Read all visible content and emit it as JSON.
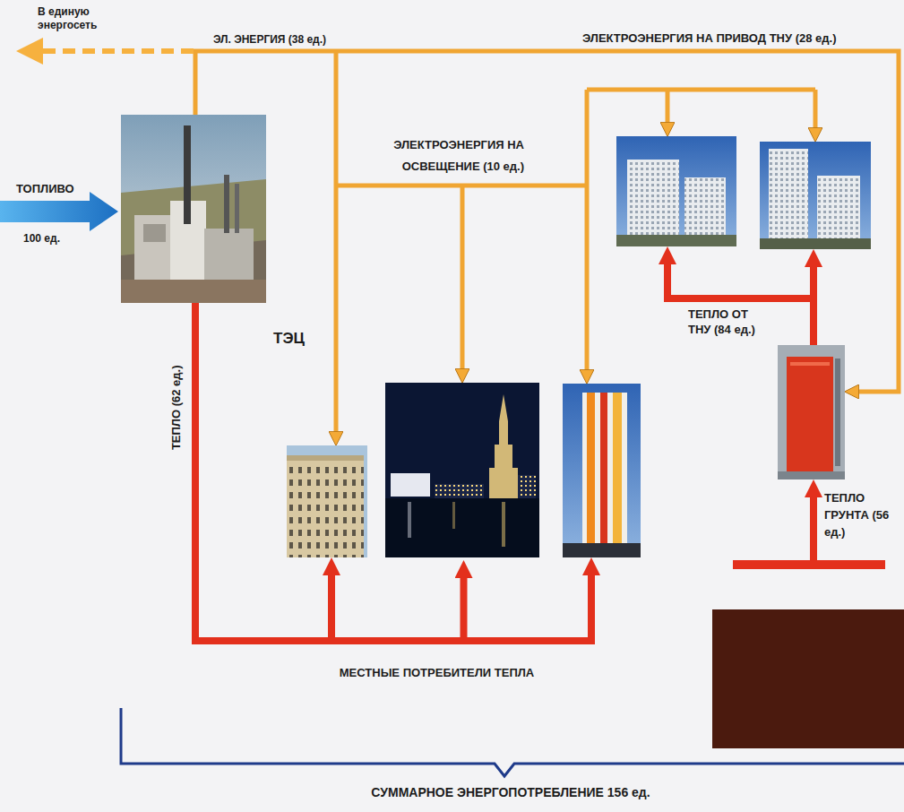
{
  "diagram": {
    "nodes": [
      {
        "text": [
          "ТЭЦ"
        ]
      },
      {
        "text": [
          "МЕСТНЫЕ ПОТРЕБИТЕЛИ ТЕПЛА"
        ]
      }
    ],
    "edges": [
      {
        "from": 0,
        "to": 1,
        "arrow": "to",
        "label": "ТЕПЛО (62 ед.)"
      }
    ],
    "labels": [
      "В единую энергосеть",
      "ЭЛ. ЭНЕРГИЯ (38 ед.)",
      "ЭЛЕКТРОЭНЕРГИЯ НА ПРИВОД ТНУ (28 ед.)",
      "ТОПЛИВО",
      "100 ед.",
      "ЭЛЕКТРОЭНЕРГИЯ НА ОСВЕЩЕНИЕ (10 ед.)",
      "ТЕПЛО ОТ ТНУ (84 ед.)",
      "ТЕПЛО ГРУНТА (56 ед.)",
      "СУММАРНОЕ ЭНЕРГОПОТРЕБЛЕНИЕ 156 ед."
    ]
  }
}
